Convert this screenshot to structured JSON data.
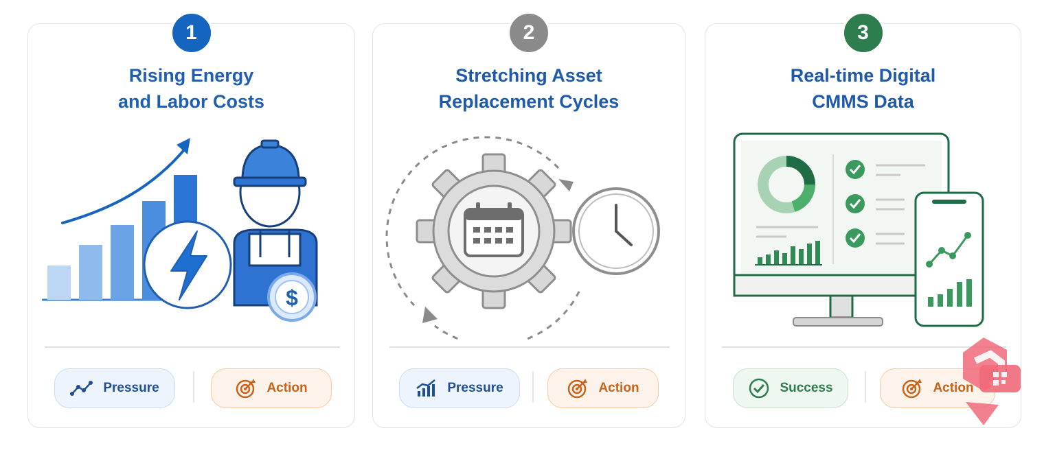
{
  "cards": [
    {
      "number": "1",
      "title_line1": "Rising Energy",
      "title_line2": "and Labor Costs",
      "chip_left": "Pressure",
      "chip_right": "Action"
    },
    {
      "number": "2",
      "title_line1": "Stretching Asset",
      "title_line2": "Replacement Cycles",
      "chip_left": "Pressure",
      "chip_right": "Action"
    },
    {
      "number": "3",
      "title_line1": "Real-time Digital",
      "title_line2": "CMMS Data",
      "chip_left": "Success",
      "chip_right": "Action"
    }
  ],
  "colors": {
    "blue": "#1565c0",
    "gray": "#8a8a8a",
    "green": "#2e7d4f",
    "orange": "#c9621a"
  },
  "icons": {
    "card1": [
      "rising-bar-chart-icon",
      "lightning-bolt-icon",
      "worker-hardhat-icon",
      "dollar-coin-icon"
    ],
    "card2": [
      "gear-calendar-icon",
      "clock-icon",
      "cycle-arrows-icon"
    ],
    "card3": [
      "desktop-monitor-dashboard-icon",
      "smartphone-chart-icon"
    ]
  }
}
